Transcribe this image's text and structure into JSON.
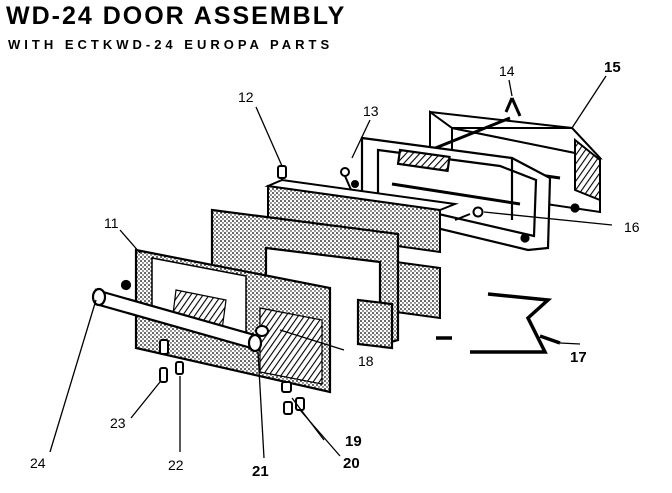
{
  "header": {
    "title": "WD-24 DOOR ASSEMBLY",
    "subtitle": "WITH ECTKWD-24 EUROPA PARTS"
  },
  "callouts": {
    "c11": "11",
    "c12": "12",
    "c13": "13",
    "c14": "14",
    "c15": "15",
    "c16": "16",
    "c17": "17",
    "c18": "18",
    "c19": "19",
    "c20": "20",
    "c21": "21",
    "c22": "22",
    "c23": "23",
    "c24": "24"
  },
  "colors": {
    "ink": "#000000",
    "paper": "#ffffff"
  }
}
